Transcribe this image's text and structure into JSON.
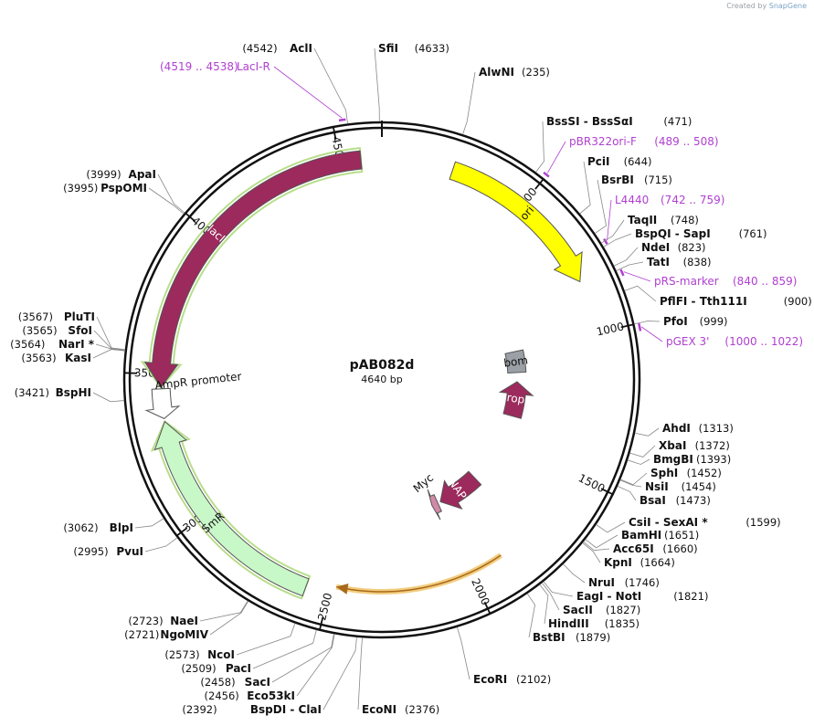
{
  "credit": {
    "created_by": "Created by",
    "brand": "SnapGene"
  },
  "plasmid": {
    "name": "pAB082d",
    "length_label": "4640 bp",
    "length": 4640
  },
  "colors": {
    "backbone": "#111111",
    "primer": "#b040d0",
    "ori": "#ffff00",
    "lacI": "#9c2a5c",
    "rop": "#9c2a5c",
    "rnap": "#9c2a5c",
    "bom": "#9aa0a6",
    "smr": "#c8f7c8",
    "smr_glow": "#3c9a2c",
    "myc": "#d08aa8",
    "orange_glow": "#f0c060",
    "promoter": "#ffffff"
  },
  "ticks": [
    {
      "pos": 500,
      "label": "500"
    },
    {
      "pos": 1000,
      "label": "1000"
    },
    {
      "pos": 1500,
      "label": "1500"
    },
    {
      "pos": 2000,
      "label": "2000"
    },
    {
      "pos": 2500,
      "label": "2500"
    },
    {
      "pos": 3000,
      "label": "3000"
    },
    {
      "pos": 3500,
      "label": "3500"
    },
    {
      "pos": 4000,
      "label": "4000"
    },
    {
      "pos": 4500,
      "label": "4500"
    }
  ],
  "features": [
    {
      "name": "ori",
      "start": 240,
      "end": 820,
      "direction": "cw",
      "color": "#ffff00",
      "label_color": "dark",
      "ring": 0
    },
    {
      "name": "bom",
      "start": 1005,
      "end": 1120,
      "direction": "none",
      "color": "#9aa0a6",
      "label_color": "dark",
      "ring": 2
    },
    {
      "name": "rop",
      "start": 1170,
      "end": 1360,
      "direction": "ccw",
      "color": "#9c2a5c",
      "label_color": "light",
      "ring": 2
    },
    {
      "name": "lacI",
      "start": 3455,
      "end": 4570,
      "direction": "ccw",
      "color": "#9c2a5c",
      "label_color": "light",
      "ring": 0
    },
    {
      "name": "AmpR promoter",
      "start": 3350,
      "end": 3450,
      "direction": "ccw",
      "color": "#ffffff",
      "label_color": "dark",
      "ring": 0
    },
    {
      "name": "SmR",
      "start": 2580,
      "end": 3340,
      "direction": "cw",
      "color": "#c8f7c8",
      "label_color": "dark",
      "ring": 0
    },
    {
      "name": "RNAP ω",
      "start": 1760,
      "end": 1990,
      "direction": "cw",
      "color": "#9c2a5c",
      "label_color": "light",
      "ring": 2
    },
    {
      "name": "Myc",
      "start": 2005,
      "end": 2040,
      "direction": "cw",
      "color": "#d08aa8",
      "label_color": "dark",
      "ring": 2
    }
  ],
  "enzymes": [
    {
      "name": "SfiI",
      "pos": 4633,
      "label": "SfiI",
      "num": "(4633)"
    },
    {
      "name": "AlwNI",
      "pos": 235,
      "label": "AlwNI",
      "num": "(235)"
    },
    {
      "name": "BssSI",
      "pos": 471,
      "label": "BssSI  -  BssSαI",
      "num": "(471)"
    },
    {
      "name": "PciI",
      "pos": 644,
      "label": "PciI",
      "num": "(644)"
    },
    {
      "name": "BsrBI",
      "pos": 715,
      "label": "BsrBI",
      "num": "(715)"
    },
    {
      "name": "TaqII",
      "pos": 748,
      "label": "TaqII",
      "num": "(748)"
    },
    {
      "name": "BspQI",
      "pos": 761,
      "label": "BspQI  -  SapI",
      "num": "(761)"
    },
    {
      "name": "NdeI",
      "pos": 823,
      "label": "NdeI",
      "num": "(823)"
    },
    {
      "name": "TatI",
      "pos": 838,
      "label": "TatI",
      "num": "(838)"
    },
    {
      "name": "PflFI",
      "pos": 900,
      "label": "PflFI  -  Tth111I",
      "num": "(900)"
    },
    {
      "name": "PfoI",
      "pos": 999,
      "label": "PfoI",
      "num": "(999)"
    },
    {
      "name": "AhdI",
      "pos": 1313,
      "label": "AhdI",
      "num": "(1313)"
    },
    {
      "name": "XbaI",
      "pos": 1372,
      "label": "XbaI",
      "num": "(1372)"
    },
    {
      "name": "BmgBI",
      "pos": 1393,
      "label": "BmgBI",
      "num": "(1393)"
    },
    {
      "name": "SphI",
      "pos": 1452,
      "label": "SphI",
      "num": "(1452)"
    },
    {
      "name": "NsiI",
      "pos": 1454,
      "label": "NsiI",
      "num": "(1454)"
    },
    {
      "name": "BsaI",
      "pos": 1473,
      "label": "BsaI",
      "num": "(1473)"
    },
    {
      "name": "CsiI",
      "pos": 1599,
      "label": "CsiI  -  SexAI *",
      "num": "(1599)"
    },
    {
      "name": "BamHI",
      "pos": 1651,
      "label": "BamHI",
      "num": "(1651)"
    },
    {
      "name": "Acc65I",
      "pos": 1660,
      "label": "Acc65I",
      "num": "(1660)"
    },
    {
      "name": "KpnI",
      "pos": 1664,
      "label": "KpnI",
      "num": "(1664)"
    },
    {
      "name": "NruI",
      "pos": 1746,
      "label": "NruI",
      "num": "(1746)"
    },
    {
      "name": "EagI",
      "pos": 1821,
      "label": "EagI  -  NotI",
      "num": "(1821)"
    },
    {
      "name": "SacII",
      "pos": 1827,
      "label": "SacII",
      "num": "(1827)"
    },
    {
      "name": "HindIII",
      "pos": 1835,
      "label": "HindIII",
      "num": "(1835)"
    },
    {
      "name": "BstBI",
      "pos": 1879,
      "label": "BstBI",
      "num": "(1879)"
    },
    {
      "name": "EcoRI",
      "pos": 2102,
      "label": "EcoRI",
      "num": "(2102)"
    },
    {
      "name": "EcoNI",
      "pos": 2376,
      "label": "EcoNI",
      "num": "(2376)"
    },
    {
      "name": "BspDI",
      "pos": 2392,
      "label": "BspDI  -  ClaI",
      "num": "(2392)"
    },
    {
      "name": "Eco53kI",
      "pos": 2456,
      "label": "Eco53kI",
      "num": "(2456)"
    },
    {
      "name": "SacI",
      "pos": 2458,
      "label": "SacI",
      "num": "(2458)"
    },
    {
      "name": "PacI",
      "pos": 2509,
      "label": "PacI",
      "num": "(2509)"
    },
    {
      "name": "NcoI",
      "pos": 2573,
      "label": "NcoI",
      "num": "(2573)"
    },
    {
      "name": "NgoMIV",
      "pos": 2721,
      "label": "NgoMIV",
      "num": "(2721)"
    },
    {
      "name": "NaeI",
      "pos": 2723,
      "label": "NaeI",
      "num": "(2723)"
    },
    {
      "name": "PvuI",
      "pos": 2995,
      "label": "PvuI",
      "num": "(2995)"
    },
    {
      "name": "BlpI",
      "pos": 3062,
      "label": "BlpI",
      "num": "(3062)"
    },
    {
      "name": "BspHI",
      "pos": 3421,
      "label": "BspHI",
      "num": "(3421)"
    },
    {
      "name": "KasI",
      "pos": 3563,
      "label": "KasI",
      "num": "(3563)"
    },
    {
      "name": "NarI",
      "pos": 3564,
      "label": "NarI *",
      "num": "(3564)"
    },
    {
      "name": "SfoI",
      "pos": 3565,
      "label": "SfoI",
      "num": "(3565)"
    },
    {
      "name": "PluTI",
      "pos": 3567,
      "label": "PluTI",
      "num": "(3567)"
    },
    {
      "name": "PspOMI",
      "pos": 3995,
      "label": "PspOMI",
      "num": "(3995)"
    },
    {
      "name": "ApaI",
      "pos": 3999,
      "label": "ApaI",
      "num": "(3999)"
    },
    {
      "name": "AclI",
      "pos": 4542,
      "label": "AclI",
      "num": "(4542)"
    }
  ],
  "primers": [
    {
      "name": "LacI-R",
      "start": 4519,
      "end": 4538,
      "label": "LacI-R",
      "range": "(4519 .. 4538)"
    },
    {
      "name": "pBR322ori-F",
      "start": 489,
      "end": 508,
      "label": "pBR322ori-F",
      "range": "(489 .. 508)"
    },
    {
      "name": "L4440",
      "start": 742,
      "end": 759,
      "label": "L4440",
      "range": "(742 .. 759)"
    },
    {
      "name": "pRS-marker",
      "start": 840,
      "end": 859,
      "label": "pRS-marker",
      "range": "(840 .. 859)"
    },
    {
      "name": "pGEX 3'",
      "start": 1000,
      "end": 1022,
      "label": "pGEX 3'",
      "range": "(1000 .. 1022)"
    }
  ]
}
